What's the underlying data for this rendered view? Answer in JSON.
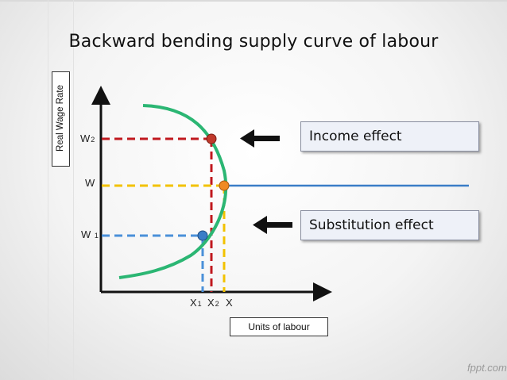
{
  "slide": {
    "title": "Backward bending supply curve of labour",
    "watermark": "fppt.com"
  },
  "diagram": {
    "y_axis_label": "Real Wage Rate",
    "x_axis_label": "Units of labour",
    "y_ticks": [
      {
        "main": "W",
        "sub": "2"
      },
      {
        "main": "W",
        "sub": ""
      },
      {
        "main": "W ",
        "sub": "1"
      }
    ],
    "x_ticks": [
      {
        "main": "X",
        "sub": "1"
      },
      {
        "main": "X",
        "sub": "2"
      },
      {
        "main": "X",
        "sub": ""
      }
    ],
    "callouts": {
      "income": "Income effect",
      "substitution": "Substitution effect"
    },
    "colors": {
      "curve": "#2bb673",
      "axis": "#111111",
      "w2_guide": "#c0181e",
      "w_guide": "#f2c200",
      "w1_guide": "#4a90d9",
      "h_line": "#3a7dc7",
      "point_w2": "#c0392b",
      "point_w": "#f08a24",
      "point_w1": "#3a7dc7",
      "arrow": "#111111"
    }
  }
}
